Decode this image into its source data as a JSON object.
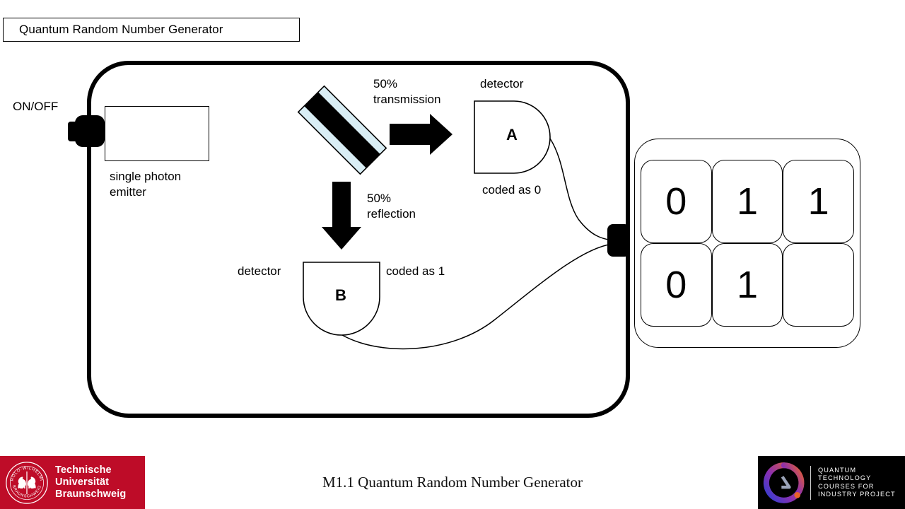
{
  "slide": {
    "title": "Quantum Random Number Generator",
    "footer_caption": "M1.1 Quantum Random Number Generator"
  },
  "device": {
    "power_label": "ON/OFF",
    "emitter_label": "single photon\nemitter",
    "emitter_icon": "sine-wave-icon",
    "beamsplitter_icon": "beam-splitter-icon",
    "transmission_label": "50%\ntransmission",
    "reflection_label": "50%\nreflection",
    "transmission_arrow_icon": "arrow-right-icon",
    "reflection_arrow_icon": "arrow-down-icon",
    "connector_in_icon": "plug-connector-icon",
    "connector_out_icon": "plug-connector-icon"
  },
  "detector_a": {
    "caption_top": "detector",
    "letter": "A",
    "caption_bottom": "coded as 0"
  },
  "detector_b": {
    "caption_left": "detector",
    "letter": "B",
    "caption_right": "coded as 1"
  },
  "display": {
    "rows": [
      [
        "0",
        "1",
        "1"
      ],
      [
        "0",
        "1",
        ""
      ]
    ]
  },
  "logos": {
    "tu": {
      "line1": "Technische",
      "line2": "Universität",
      "line3": "Braunschweig",
      "seal_top_text": "CAROLO-WILHELMINA",
      "seal_bottom_text": "BRAUNSCHWEIG",
      "background": "#be0c28"
    },
    "qti": {
      "line1": "QUANTUM",
      "line2": "TECHNOLOGY",
      "line3": "COURSES FOR",
      "line4": "INDUSTRY PROJECT",
      "background": "#000000",
      "mark_gradient_start": "#2b3fd4",
      "mark_gradient_mid": "#8b2fb0",
      "mark_gradient_end": "#e8622a"
    }
  },
  "colors": {
    "beamsplitter_glass": "#d9eef5",
    "line": "#000000",
    "background": "#ffffff"
  }
}
